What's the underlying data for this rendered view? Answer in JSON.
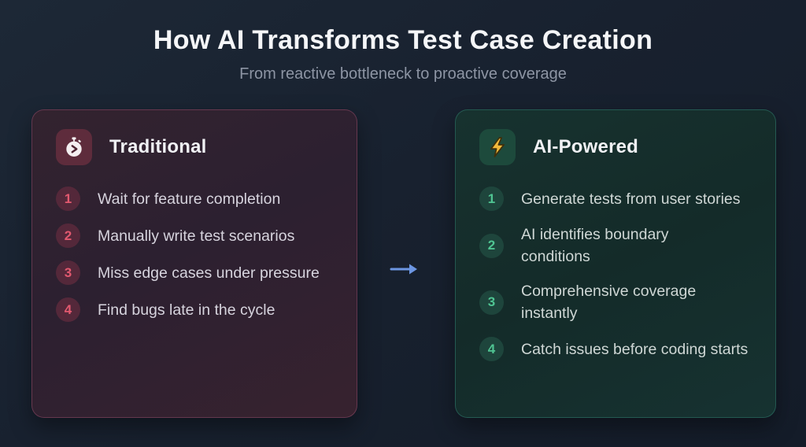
{
  "header": {
    "title": "How AI Transforms Test Case Creation",
    "subtitle": "From reactive bottleneck to proactive coverage"
  },
  "arrow": {
    "name": "right-arrow-icon",
    "color": "#6c96e2"
  },
  "panels": {
    "traditional": {
      "title": "Traditional",
      "icon": "stopwatch-icon",
      "tile_bg": "#5e2c3c",
      "badge_bg": "#54283a",
      "number_color": "#e2596f",
      "items": [
        {
          "num": "1",
          "text": "Wait for feature completion"
        },
        {
          "num": "2",
          "text": "Manually write test scenarios"
        },
        {
          "num": "3",
          "text": "Miss edge cases under pressure"
        },
        {
          "num": "4",
          "text": "Find bugs late in the cycle"
        }
      ]
    },
    "ai_powered": {
      "title": "AI-Powered",
      "icon": "lightning-icon",
      "tile_bg": "#1d4a3c",
      "badge_bg": "#1e453c",
      "number_color": "#4fc492",
      "items": [
        {
          "num": "1",
          "text": "Generate tests from user stories"
        },
        {
          "num": "2",
          "text": "AI identifies boundary\nconditions"
        },
        {
          "num": "3",
          "text": "Comprehensive coverage\ninstantly"
        },
        {
          "num": "4",
          "text": "Catch issues before coding starts"
        }
      ]
    }
  }
}
